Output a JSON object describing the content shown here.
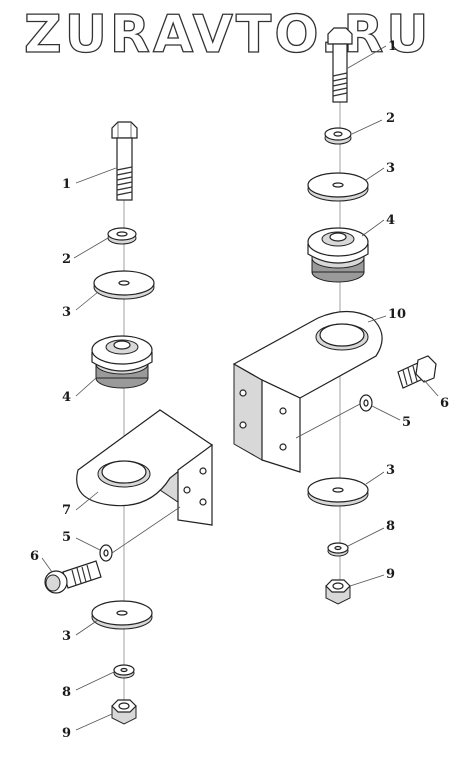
{
  "watermark": "ZURAVTO.RU",
  "callouts_left": [
    {
      "num": "1",
      "name": "bolt"
    },
    {
      "num": "2",
      "name": "washer"
    },
    {
      "num": "3",
      "name": "flat-washer"
    },
    {
      "num": "4",
      "name": "rubber-cushion"
    },
    {
      "num": "7",
      "name": "bracket"
    },
    {
      "num": "5",
      "name": "lock-washer"
    },
    {
      "num": "6",
      "name": "bracket-bolt"
    },
    {
      "num": "3",
      "name": "flat-washer-lower"
    },
    {
      "num": "8",
      "name": "spring-washer"
    },
    {
      "num": "9",
      "name": "nut"
    }
  ],
  "callouts_right": [
    {
      "num": "1",
      "name": "bolt"
    },
    {
      "num": "2",
      "name": "washer"
    },
    {
      "num": "3",
      "name": "flat-washer"
    },
    {
      "num": "4",
      "name": "rubber-cushion"
    },
    {
      "num": "10",
      "name": "bracket"
    },
    {
      "num": "6",
      "name": "bracket-bolt"
    },
    {
      "num": "5",
      "name": "lock-washer"
    },
    {
      "num": "3",
      "name": "flat-washer-lower"
    },
    {
      "num": "8",
      "name": "spring-washer"
    },
    {
      "num": "9",
      "name": "nut"
    }
  ]
}
